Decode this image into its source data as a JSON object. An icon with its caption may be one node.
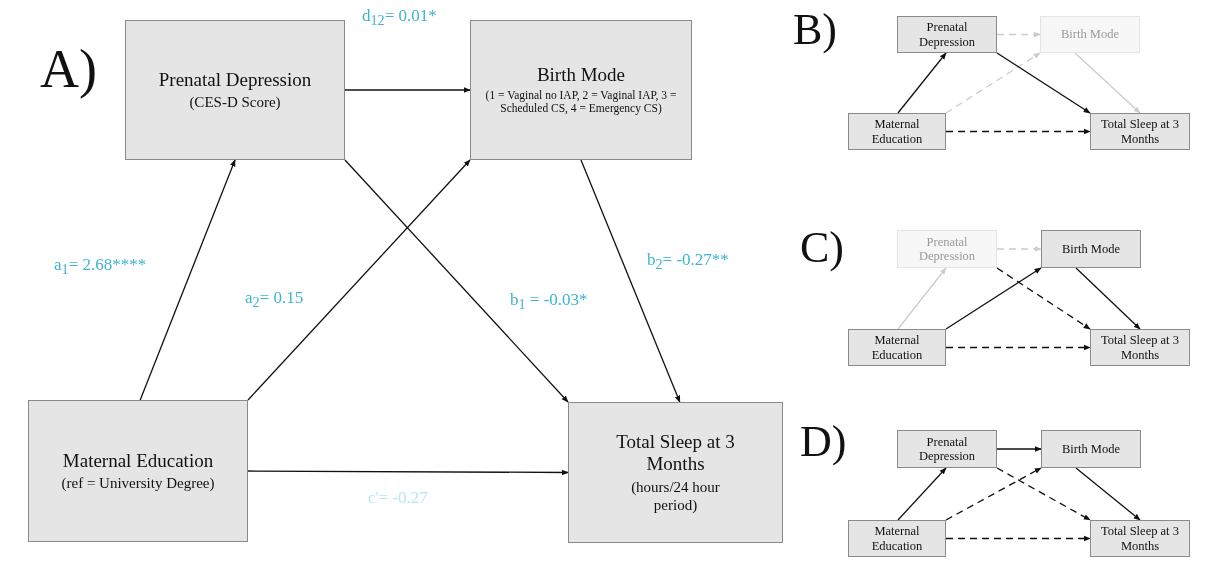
{
  "diagram": {
    "nodes": [
      {
        "text": [
          "Prenatal Depression",
          "(CES-D Score)"
        ]
      },
      {
        "text": [
          "Birth Mode",
          "(1 = Vaginal no IAP,  2 = Vaginal IAP, 3 = Scheduled CS, 4 = Emergency CS)"
        ]
      },
      {
        "text": [
          "Maternal Education",
          "(ref = University Degree)"
        ]
      },
      {
        "text": [
          "Total Sleep at 3 Months",
          "(hours/24 hour period)"
        ]
      },
      {
        "text": [
          "Prenatal Depression"
        ]
      },
      {
        "text": [
          "Birth Mode"
        ]
      },
      {
        "text": [
          "Maternal Education"
        ]
      },
      {
        "text": [
          "Total Sleep at 3 Months"
        ]
      },
      {
        "text": [
          "Prenatal Depression"
        ]
      },
      {
        "text": [
          "Birth Mode"
        ]
      },
      {
        "text": [
          "Maternal Education"
        ]
      },
      {
        "text": [
          "Total Sleep at 3 Months"
        ]
      },
      {
        "text": [
          "Prenatal Depression"
        ]
      },
      {
        "text": [
          "Birth Mode"
        ]
      },
      {
        "text": [
          "Maternal Education"
        ]
      },
      {
        "text": [
          "Total Sleep at 3 Months"
        ]
      }
    ],
    "edges": [
      {
        "from": 2,
        "to": 0,
        "arrow": "to",
        "label": "a$_{1}$= 2.68****"
      },
      {
        "from": 2,
        "to": 1,
        "arrow": "to",
        "label": "a$_{2}$= 0.15"
      },
      {
        "from": 0,
        "to": 1,
        "arrow": "to",
        "label": "d$_{12}$= 0.01*"
      },
      {
        "from": 0,
        "to": 3,
        "arrow": "to",
        "label": "b$_{1}$ = -0.03*"
      },
      {
        "from": 1,
        "to": 3,
        "arrow": "to",
        "label": "b$_{2}$= -0.27**"
      },
      {
        "from": 2,
        "to": 3,
        "arrow": "to",
        "label": "c'= -0.27"
      },
      {
        "from": 6,
        "to": 4,
        "arrow": "to"
      },
      {
        "from": 6,
        "to": 5,
        "arrow": "to",
        "style": "dashed",
        "color": "#cccccc"
      },
      {
        "from": 4,
        "to": 5,
        "arrow": "to",
        "style": "dashed",
        "color": "#cccccc"
      },
      {
        "from": 4,
        "to": 7,
        "arrow": "to"
      },
      {
        "from": 5,
        "to": 7,
        "arrow": "to",
        "color": "#cccccc"
      },
      {
        "from": 6,
        "to": 7,
        "arrow": "to",
        "style": "dashed"
      },
      {
        "from": 10,
        "to": 8,
        "arrow": "to",
        "color": "#cccccc"
      },
      {
        "from": 8,
        "to": 9,
        "arrow": "to",
        "style": "dashed",
        "color": "#cccccc"
      },
      {
        "from": 10,
        "to": 9,
        "arrow": "to"
      },
      {
        "from": 8,
        "to": 11,
        "arrow": "to",
        "style": "dashed"
      },
      {
        "from": 9,
        "to": 11,
        "arrow": "to"
      },
      {
        "from": 10,
        "to": 11,
        "arrow": "to",
        "style": "dashed"
      },
      {
        "from": 14,
        "to": 12,
        "arrow": "to"
      },
      {
        "from": 12,
        "to": 13,
        "arrow": "to"
      },
      {
        "from": 14,
        "to": 13,
        "arrow": "to",
        "style": "dashed"
      },
      {
        "from": 12,
        "to": 15,
        "arrow": "to",
        "style": "dashed"
      },
      {
        "from": 13,
        "to": 15,
        "arrow": "to"
      },
      {
        "from": 14,
        "to": 15,
        "arrow": "to",
        "style": "dashed"
      }
    ],
    "labels": [
      "A)",
      "B)",
      "C)",
      "D)"
    ]
  }
}
